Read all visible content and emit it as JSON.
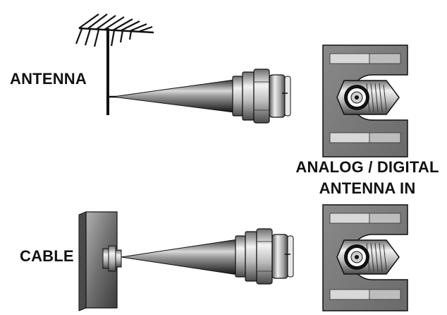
{
  "labels": {
    "antenna": "ANTENNA",
    "cable": "CABLE",
    "input_line1": "ANALOG / DIGITAL",
    "input_line2": "ANTENNA IN"
  },
  "icons": {
    "antenna": "tv-antenna-icon",
    "wall_plate": "cable-wall-plate-icon",
    "connector": "coax-f-connector-icon",
    "input_jack": "coax-input-jack-icon"
  },
  "colors": {
    "ink": "#111111",
    "metal_light": "#e6e6e6",
    "metal_mid": "#9a9a9a",
    "panel": "#7a7a7a"
  }
}
